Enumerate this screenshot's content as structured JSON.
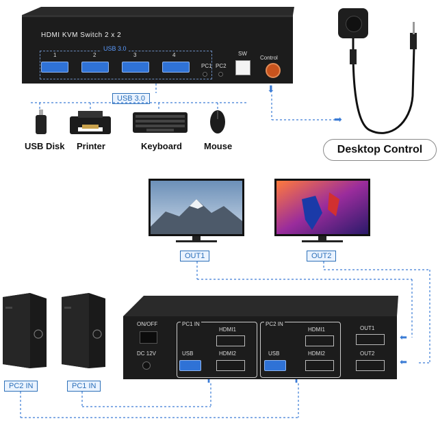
{
  "top_device": {
    "title": "HDMI KVM Switch 2 x 2",
    "usb_label": "USB 3.0",
    "port_numbers": [
      "1",
      "2",
      "3",
      "4"
    ],
    "pc1": "PC1",
    "pc2": "PC2",
    "sw": "SW",
    "control": "Control"
  },
  "usb_tag": "USB 3.0",
  "peripherals": [
    "USB Disk",
    "Printer",
    "Keyboard",
    "Mouse"
  ],
  "desktop_control": "Desktop Control",
  "outputs": [
    "OUT1",
    "OUT2"
  ],
  "inputs": [
    "PC2 IN",
    "PC1 IN"
  ],
  "back_panel": {
    "on_off": "ON/OFF",
    "dc": "DC 12V",
    "pc1_in": "PC1 IN",
    "pc2_in": "PC2 IN",
    "usb1": "USB",
    "usb2": "USB",
    "hdmi1_a": "HDMI1",
    "hdmi2_a": "HDMI2",
    "hdmi1_b": "HDMI1",
    "hdmi2_b": "HDMI2",
    "out1": "OUT1",
    "out2": "OUT2"
  },
  "colors": {
    "accent_blue": "#2b6fb8",
    "device_black": "#1c1c1c",
    "port_blue": "#2f72d6",
    "control_orange": "#c8531d"
  }
}
